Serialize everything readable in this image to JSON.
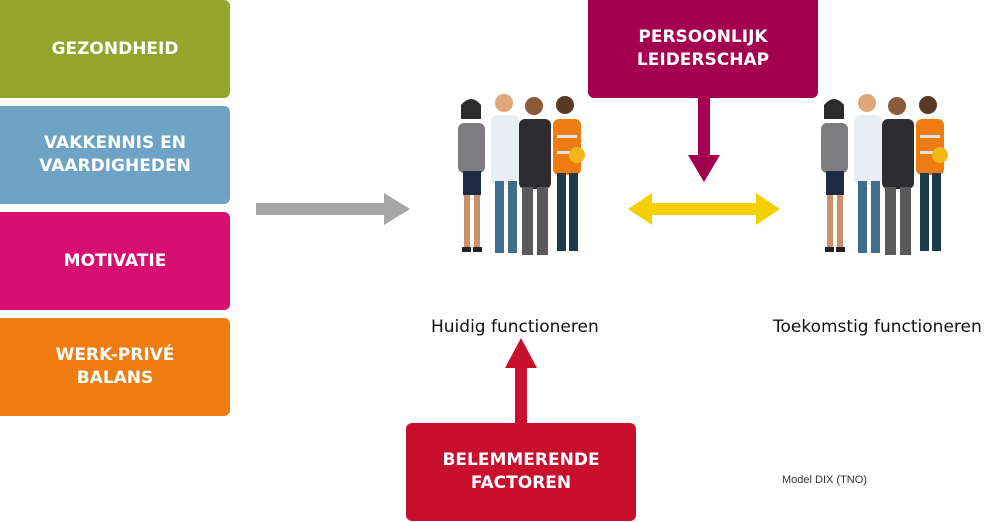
{
  "factors": [
    {
      "label": "GEZONDHEID",
      "color": "#94a52b"
    },
    {
      "label": "VAKKENNIS EN\nVAARDIGHEDEN",
      "color": "#6fa3c6"
    },
    {
      "label": "MOTIVATIE",
      "color": "#d60f71"
    },
    {
      "label": "WERK-PRIVÉ\nBALANS",
      "color": "#ee7c10"
    }
  ],
  "leadership": {
    "label": "PERSOONLIJK\nLEIDERSCHAP",
    "color": "#a3004f"
  },
  "barriers": {
    "label": "BELEMMERENDE\nFACTOREN",
    "color": "#c8102e"
  },
  "current_label": "Huidig functioneren",
  "future_label": "Toekomstig functioneren",
  "model_label": "Model DIX (TNO)",
  "colors": {
    "gray_arrow": "#a6a6a6",
    "yellow_arrow": "#f5d000",
    "magenta_arrow": "#a3004f",
    "red_arrow": "#c8102e"
  }
}
